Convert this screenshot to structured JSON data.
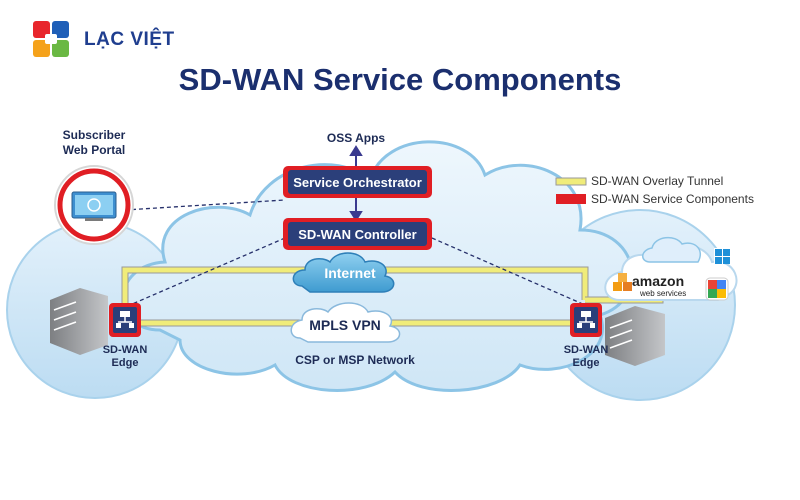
{
  "brand": {
    "name": "LẠC VIỆT"
  },
  "title": "SD-WAN Service Components",
  "portal": {
    "label_line1": "Subscriber",
    "label_line2": "Web Portal"
  },
  "cloud": {
    "oss_apps": "OSS Apps",
    "orchestrator": "Service  Orchestrator",
    "controller": "SD-WAN  Controller",
    "internet": "Internet",
    "mpls": "MPLS VPN",
    "network": "CSP or MSP Network"
  },
  "edges": {
    "left": {
      "line1": "SD-WAN",
      "line2": "Edge"
    },
    "right": {
      "line1": "SD-WAN",
      "line2": "Edge"
    }
  },
  "legend": {
    "tunnel": "SD-WAN Overlay Tunnel",
    "components": "SD-WAN Service Components"
  },
  "aws": {
    "line1": "amazon",
    "line2": "web services"
  },
  "colors": {
    "brand_blue": "#1f3e8f",
    "title_navy": "#1b2f6e",
    "component_red": "#e01e24",
    "box_navy": "#2b3f7a",
    "tunnel_yellow": "#e8e36a",
    "cloud_fill": "#d9ecf8",
    "cloud_stroke": "#8cc4e6"
  }
}
